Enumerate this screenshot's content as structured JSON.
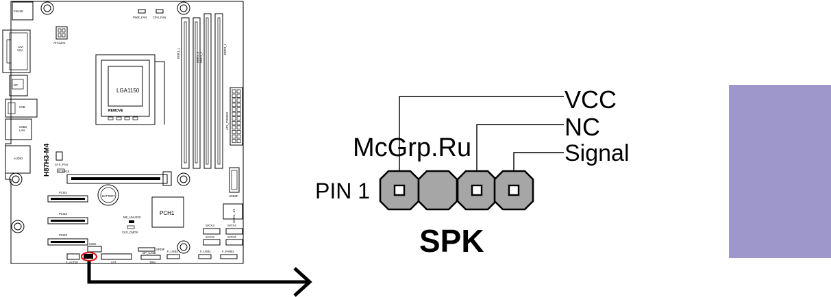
{
  "motherboard": {
    "model": "H87H3-M4",
    "socket": "LGA1150",
    "remove_label": "REMOVE",
    "chipset": "PCH1",
    "battery": "BATTERY",
    "labels": {
      "fsuse": "FSUSE",
      "dvi_vga": "DVI\nVGA",
      "dp": "DP",
      "usb": "USB",
      "usb3_lan": "USB3\nLAN",
      "audio": "AUDIO",
      "atx12v": "ATX12V1",
      "pwr_fan": "PWR_FAN",
      "cpu_fan": "CPU_FAN",
      "ddr3_1": "DDR3_1",
      "ddr3_2": "DDR3_2",
      "ddr3_3": "DDR3_3",
      "ddr3_4": "DDR3_4",
      "atx_power": "ATX_POWER",
      "sys_fan": "SYS_FAN",
      "pciex16": "PCIEX16",
      "pcie1": "PCIE1",
      "pcie2": "PCIE2",
      "pcie3": "PCIE3",
      "usb3f": "USB3F",
      "sata12": "SATA1_1/2",
      "sata3": "SATA3",
      "sata4": "SATA4",
      "sata5": "SATA5",
      "sata6": "SATA6",
      "me_unlock": "ME_UNLOCK",
      "clr_cmos": "CLR_CMOS",
      "com": "COM",
      "f_audio": "F_AUDIO",
      "lpt": "LPT",
      "spdif": "SPDIF",
      "tpm": "TPM",
      "gp_case": "GP_CASE",
      "f_usb2": "F_USB2",
      "f_usb1": "F_USB1",
      "f_panel": "F_PANEL"
    }
  },
  "diagram": {
    "pin_labels": {
      "vcc": "VCC",
      "nc": "NC",
      "signal": "Signal"
    },
    "pin1_label": "PIN 1",
    "header_name": "SPK",
    "watermark": "McGrp.Ru",
    "colors": {
      "pin_fill": "#a6a6a6",
      "side_panel": "#9e97cc",
      "highlight": "#e0191b",
      "watermark": "#cc0000"
    }
  }
}
